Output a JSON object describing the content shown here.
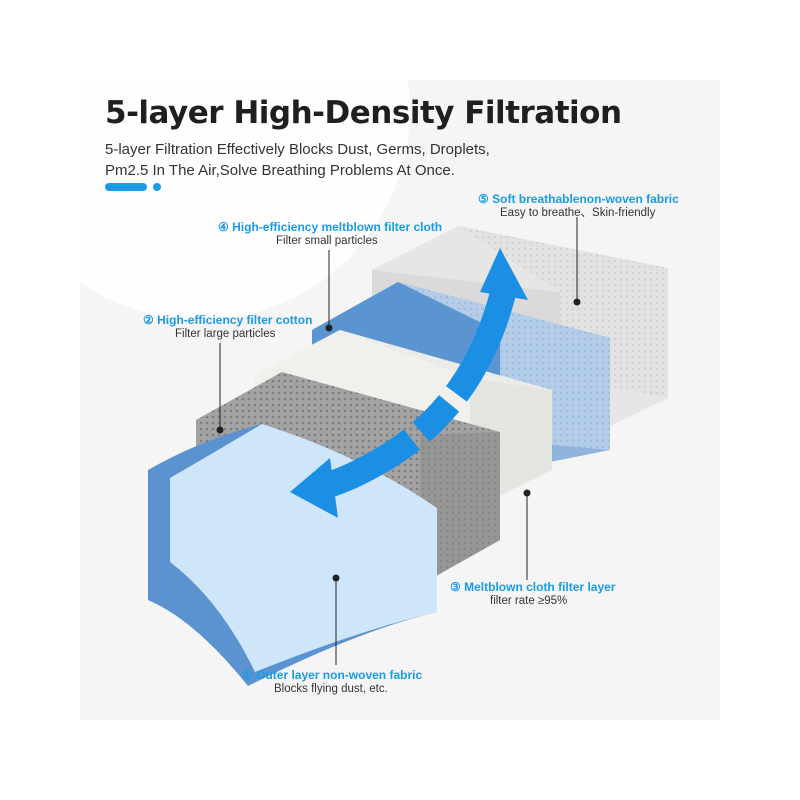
{
  "header": {
    "title": "5-layer High-Density Filtration",
    "subtitle_line1": "5-layer Filtration Effectively Blocks Dust, Germs, Droplets,",
    "subtitle_line2": "Pm2.5 In The Air,Solve Breathing Problems At Once."
  },
  "colors": {
    "accent": "#1a9be6",
    "arrow": "#1a8fe3",
    "layer_outer": "#cfe6fa",
    "layer_outer_edge": "#6aa3da",
    "layer_meltblown": "#9a9a9a",
    "layer_cotton": "#e8e8e6",
    "layer_efficiency": "#a9c7e6",
    "layer_soft": "#dcdcdc"
  },
  "layers": [
    {
      "number": "①",
      "name": "Outer layer non-woven fabric",
      "desc": "Blocks flying dust, etc."
    },
    {
      "number": "②",
      "name": "High-efficiency filter cotton",
      "desc": "Filter large particles"
    },
    {
      "number": "③",
      "name": "Meltblown cloth filter layer",
      "desc": "filter rate ≥95%"
    },
    {
      "number": "④",
      "name": "High-efficiency meltblown filter cloth",
      "desc": "Filter small particles"
    },
    {
      "number": "⑤",
      "name": "Soft breathablenon-woven fabric",
      "desc": "Easy to breathe、Skin-friendly"
    }
  ]
}
